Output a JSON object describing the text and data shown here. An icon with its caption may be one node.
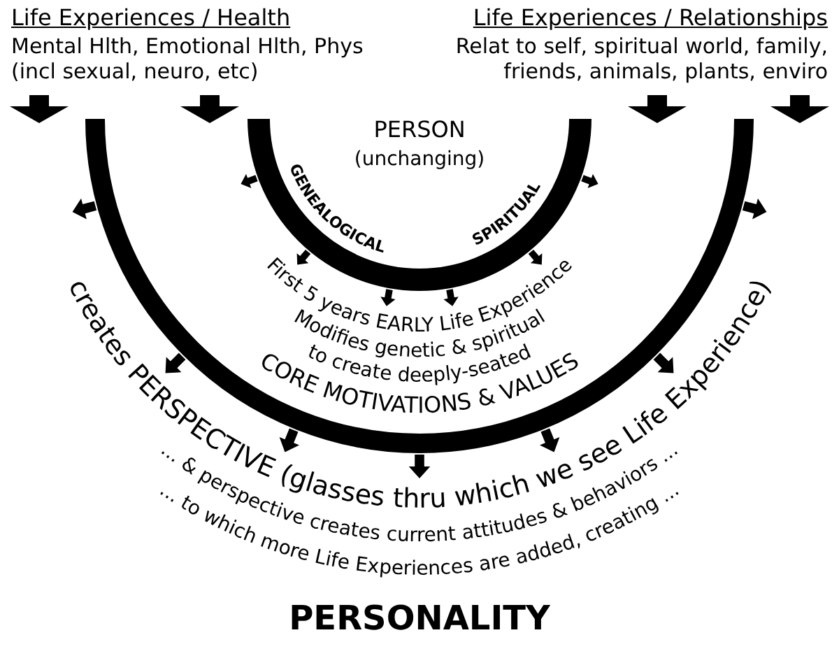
{
  "diagram": {
    "caption": "PERSONALITY",
    "labels": [
      "Life Experiences / Health",
      "Life Experiences / Relationships",
      "Mental Hlth, Emotional Hlth, Phys (incl sexual, neuro, etc)",
      "Relat to self, spiritual world, family, friends, animals, plants, enviro",
      "PERSON",
      "(unchanging)",
      "GENEALOGICAL",
      "SPIRITUAL",
      "First 5 years EARLY Life Experience",
      "Modifies genetic & spiritual",
      "to create deeply-seated",
      "CORE MOTIVATIONS & VALUES",
      "creates PERSPECTIVE (glasses thru which we see Life Experience)",
      "... & perspective creates current attitudes & behaviors ...",
      "... to which more Life Experiences are added, creating ..."
    ]
  }
}
